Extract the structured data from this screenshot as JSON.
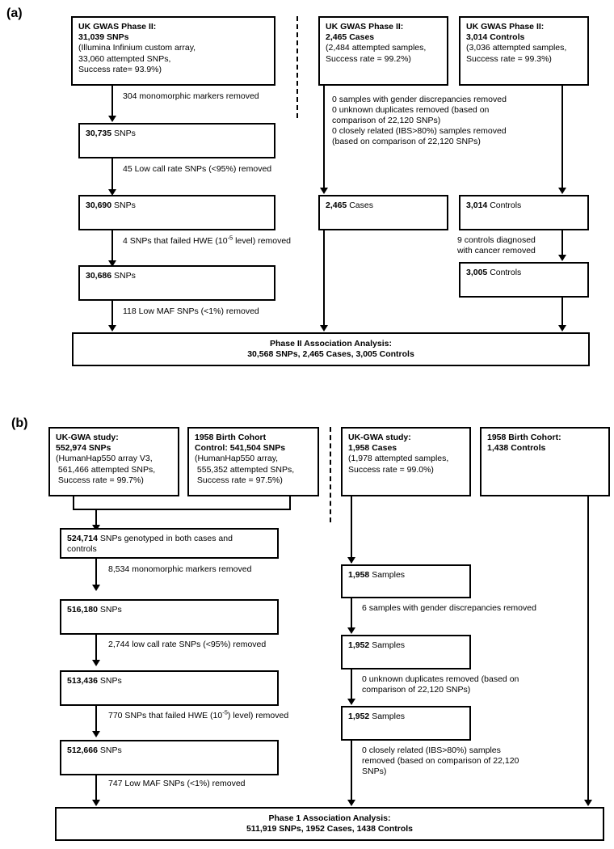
{
  "figure": {
    "panel_a_label": "(a)",
    "panel_b_label": "(b)"
  },
  "panel_a": {
    "boxes": {
      "snp_start": {
        "l1": "UK GWAS Phase II:",
        "l2": "31,039 SNPs",
        "l3": "(Illumina Infinium custom array,",
        "l4": "33,060 attempted SNPs,",
        "l5": "Success rate= 93.9%)"
      },
      "cases_start": {
        "l1": "UK GWAS Phase II:",
        "l2": "2,465 Cases",
        "l3": "(2,484 attempted samples,",
        "l4": "Success rate = 99.2%)"
      },
      "controls_start": {
        "l1": "UK GWAS Phase II:",
        "l2": "3,014 Controls",
        "l3": "(3,036 attempted samples,",
        "l4": "Success rate = 99.3%)"
      },
      "snp_30735": {
        "num": "30,735",
        "unit": " SNPs"
      },
      "snp_30690": {
        "num": "30,690",
        "unit": " SNPs"
      },
      "snp_30686": {
        "num": "30,686",
        "unit": " SNPs"
      },
      "cases_2465": {
        "num": "2,465",
        "unit": " Cases"
      },
      "controls_3014": {
        "num": "3,014",
        "unit": " Controls"
      },
      "controls_3005": {
        "num": "3,005",
        "unit": " Controls"
      },
      "final": {
        "l1": "Phase II Association Analysis:",
        "l2": "30,568 SNPs, 2,465 Cases, 3,005 Controls"
      }
    },
    "notes": {
      "monomorphic": "304 monomorphic markers removed",
      "low_call_rate": "45 Low call rate SNPs (<95%) removed",
      "hwe_pre": "4 SNPs that failed HWE (10",
      "hwe_sup": "-5",
      "hwe_post": " level) removed",
      "low_maf": "118 Low MAF SNPs (<1%) removed",
      "sample_qc_1": "0 samples with gender discrepancies removed",
      "sample_qc_2": "0 unknown duplicates removed (based on",
      "sample_qc_3": "comparison of 22,120 SNPs)",
      "sample_qc_4": "0 closely related (IBS>80%) samples removed",
      "sample_qc_5": "(based on comparison of 22,120 SNPs)",
      "cancer_1": "9 controls diagnosed",
      "cancer_2": "with cancer removed"
    }
  },
  "panel_b": {
    "boxes": {
      "gwa_snps": {
        "l1": "UK-GWA study:",
        "l2": "552,974 SNPs",
        "l3": "(HumanHap550 array V3,",
        "l4": " 561,466 attempted SNPs,",
        "l5": " Success rate = 99.7%)"
      },
      "cohort_snps": {
        "l1": "1958 Birth Cohort",
        "l2": "Control: 541,504 SNPs",
        "l3": "(HumanHap550 array,",
        "l4": " 555,352 attempted SNPs,",
        "l5": " Success rate = 97.5%)"
      },
      "gwa_cases": {
        "l1": "UK-GWA study:",
        "l2": "1,958 Cases",
        "l3": "(1,978 attempted samples,",
        "l4": "Success rate = 99.0%)"
      },
      "cohort_controls": {
        "l1": "1958 Birth Cohort:",
        "l2": "1,438 Controls"
      },
      "snp_524714": {
        "num": "524,714",
        "l1": " SNPs genotyped in both cases and",
        "l2": "controls"
      },
      "snp_516180": {
        "num": "516,180",
        "unit": " SNPs"
      },
      "snp_513436": {
        "num": "513,436",
        "unit": " SNPs"
      },
      "snp_512666": {
        "num": "512,666",
        "unit": " SNPs"
      },
      "samples_1958": {
        "num": "1,958",
        "unit": " Samples"
      },
      "samples_1952_a": {
        "num": "1,952",
        "unit": " Samples"
      },
      "samples_1952_b": {
        "num": "1,952",
        "unit": " Samples"
      },
      "final": {
        "l1": "Phase 1 Association Analysis:",
        "l2": "511,919 SNPs, 1952 Cases, 1438 Controls"
      }
    },
    "notes": {
      "monomorphic": "8,534 monomorphic markers removed",
      "low_call_rate": "2,744 low call rate SNPs (<95%) removed",
      "hwe_pre": "770 SNPs that failed HWE (10",
      "hwe_sup": "-5",
      "hwe_post": ") level) removed",
      "low_maf": "747 Low MAF SNPs (<1%) removed",
      "gender": "6 samples with gender discrepancies removed",
      "dup_1": "0 unknown duplicates removed (based on",
      "dup_2": "comparison of 22,120 SNPs)",
      "ibs_1": "0 closely related (IBS>80%) samples",
      "ibs_2": "removed (based on comparison of 22,120",
      "ibs_3": "SNPs)"
    }
  },
  "colors": {
    "line": "#000000",
    "background": "#ffffff",
    "text": "#000000"
  }
}
